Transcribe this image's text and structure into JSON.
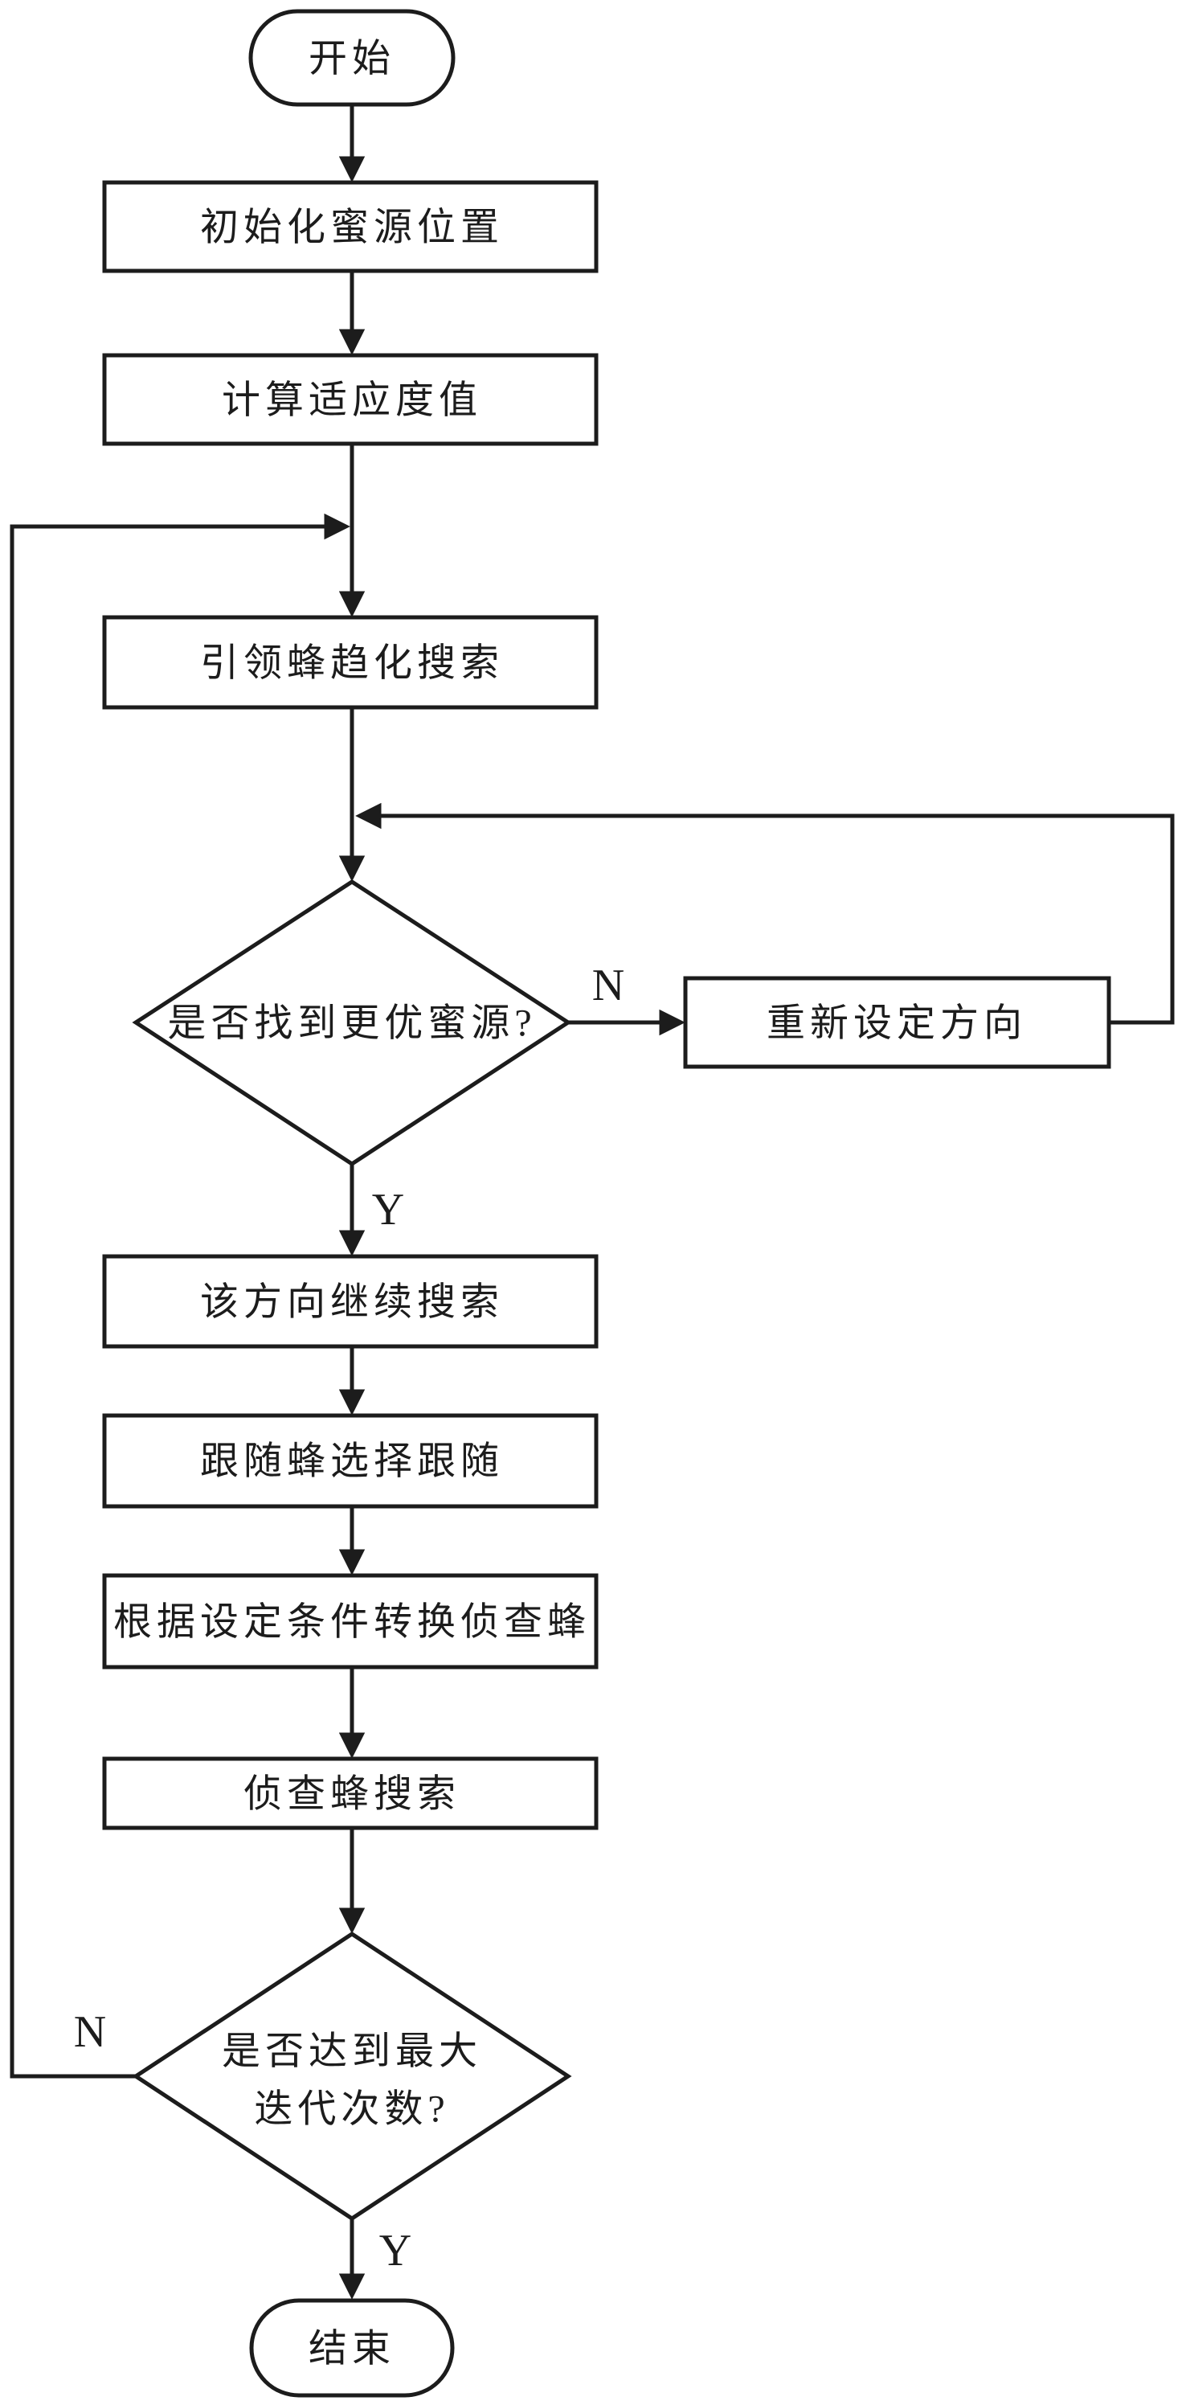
{
  "colors": {
    "background": "#ffffff",
    "line": "#1c1c1c",
    "shape_fill": "#ffffff",
    "text": "#1c1c1c"
  },
  "nodes": {
    "start": "开始",
    "init_source": "初始化蜜源位置",
    "calc_fitness": "计算适应度值",
    "employed_search": "引领蜂趋化搜索",
    "decision_better_source": "是否找到更优蜜源?",
    "reset_direction": "重新设定方向",
    "continue_search": "该方向继续搜索",
    "onlooker_follow": "跟随蜂选择跟随",
    "convert_scout": "根据设定条件转换侦查蜂",
    "scout_search": "侦查蜂搜索",
    "decision_max_iteration_line1": "是否达到最大",
    "decision_max_iteration_line2": "迭代次数?",
    "end": "结束"
  },
  "branch_labels": {
    "decision1_no": "N",
    "decision1_yes": "Y",
    "decision2_no": "N",
    "decision2_yes": "Y"
  }
}
